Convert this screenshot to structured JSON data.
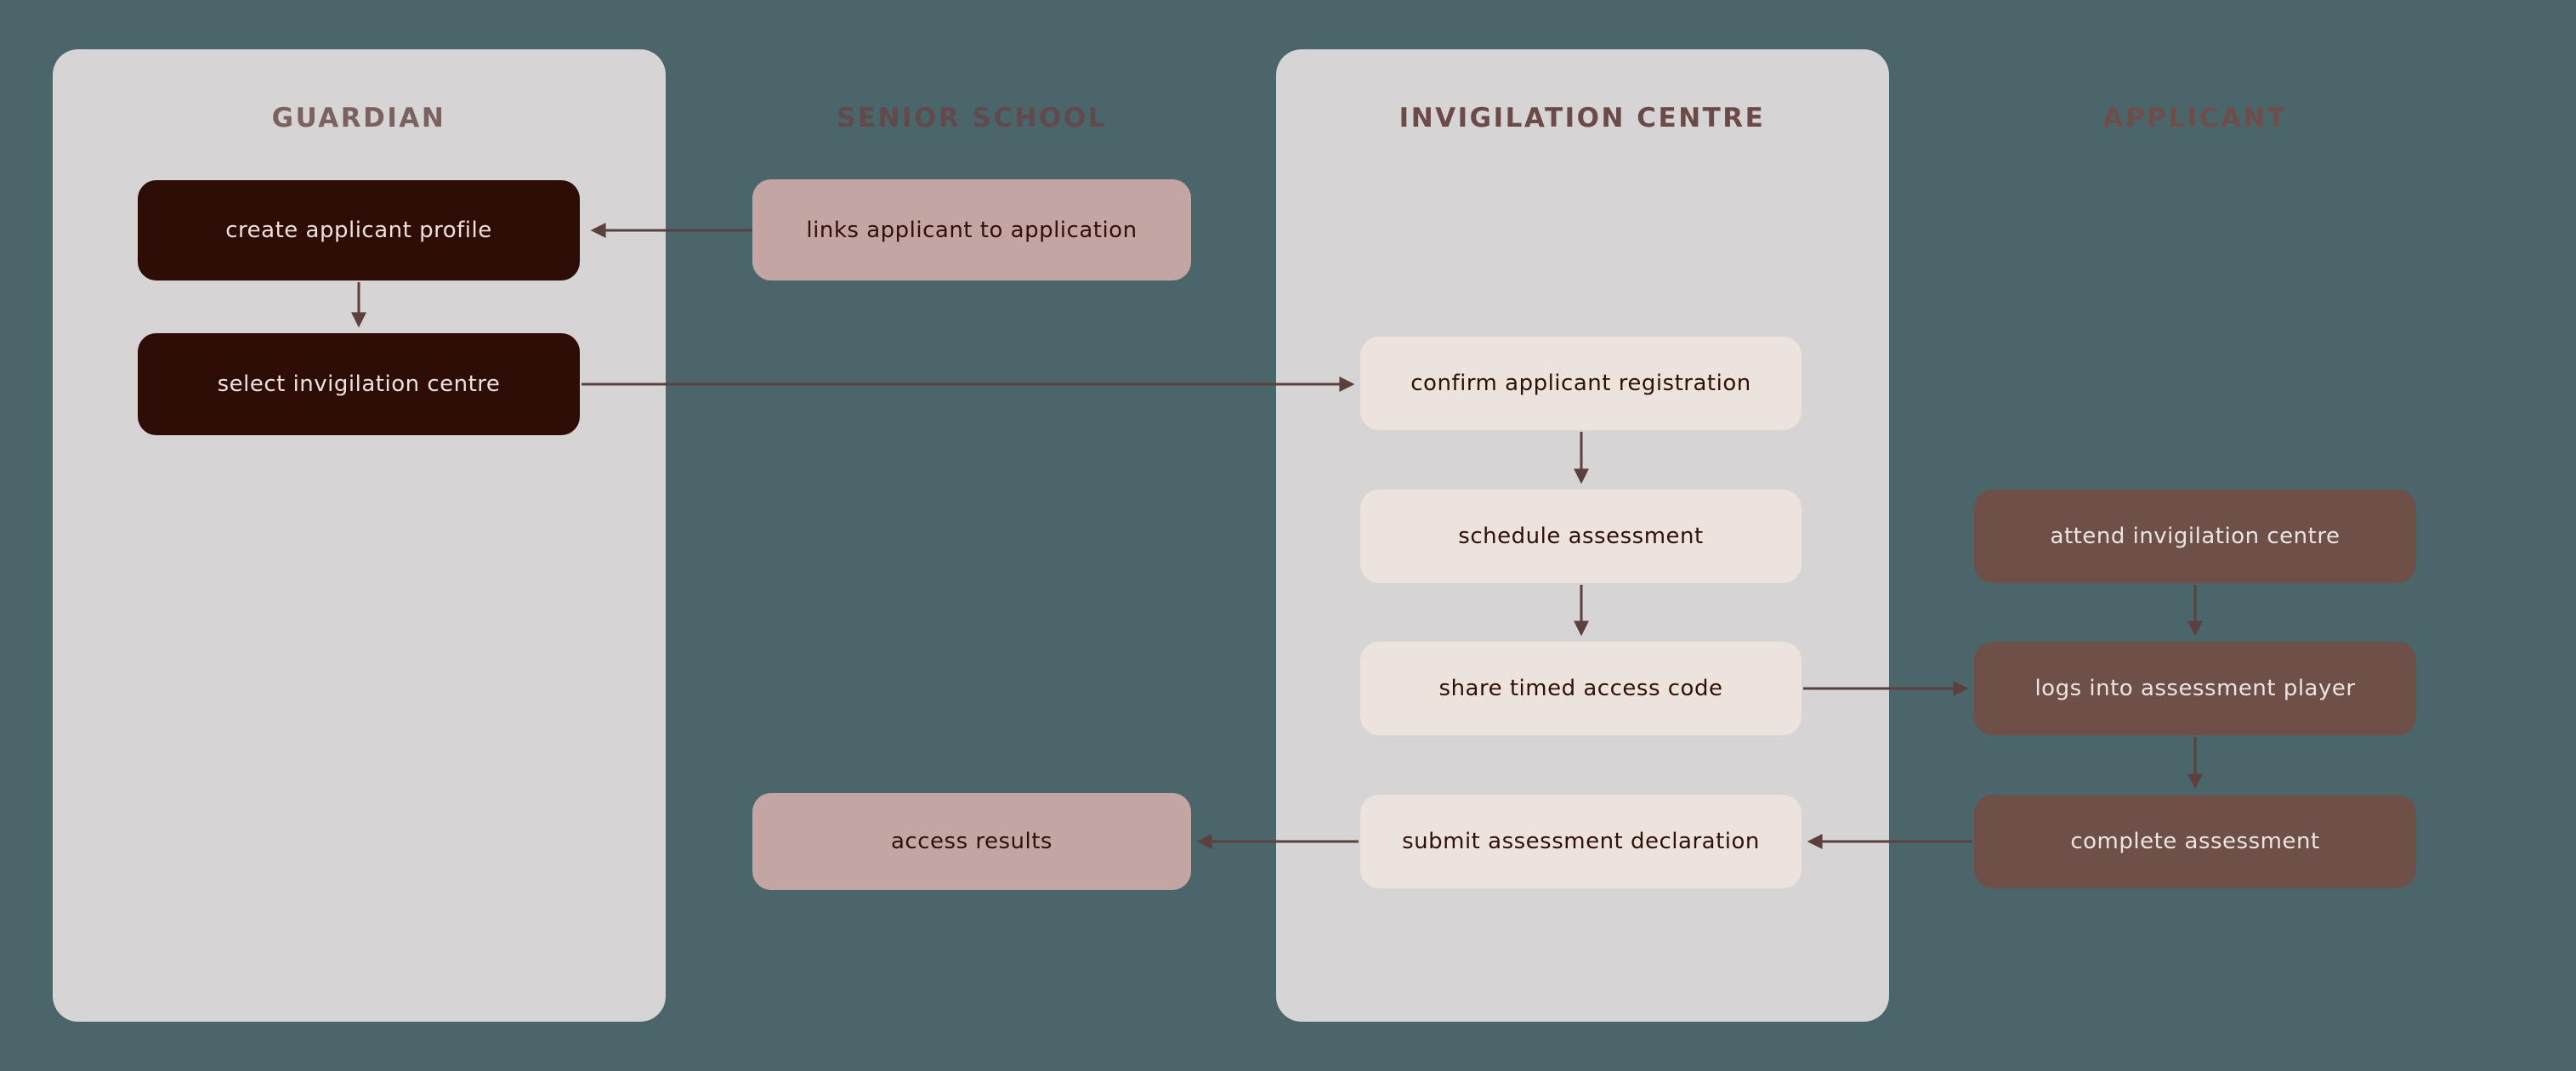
{
  "colors": {
    "background": "#4a666b",
    "lane_panel": "#d6d4d4",
    "arrow": "#5c403e",
    "node_dark": "#2f0d07",
    "node_dark_text": "#eee0dc",
    "node_mauve": "#c3a5a3",
    "node_cream": "#ece3dc",
    "node_light_text": "#2f100b",
    "node_brown": "#6f5049",
    "node_brown_text": "#ece4e1",
    "lane_title_guardian": "#7c625f",
    "lane_title_senior_school": "#62494b",
    "lane_title_invigilation_centre": "#6b4a47",
    "lane_title_applicant": "#6f4e4a"
  },
  "lanes": [
    {
      "id": "guardian",
      "title": "GUARDIAN",
      "panel": true
    },
    {
      "id": "senior-school",
      "title": "SENIOR SCHOOL",
      "panel": false
    },
    {
      "id": "invigilation-centre",
      "title": "INVIGILATION CENTRE",
      "panel": true
    },
    {
      "id": "applicant",
      "title": "APPLICANT",
      "panel": false
    }
  ],
  "nodes": [
    {
      "id": "create-applicant-profile",
      "lane": "guardian",
      "label": "create applicant profile",
      "style": "dark"
    },
    {
      "id": "select-invigilation-centre",
      "lane": "guardian",
      "label": "select invigilation centre",
      "style": "dark"
    },
    {
      "id": "links-applicant-to-application",
      "lane": "senior-school",
      "label": "links applicant to application",
      "style": "mauve"
    },
    {
      "id": "access-results",
      "lane": "senior-school",
      "label": "access results",
      "style": "mauve"
    },
    {
      "id": "confirm-applicant-registration",
      "lane": "invigilation-centre",
      "label": "confirm applicant registration",
      "style": "cream"
    },
    {
      "id": "schedule-assessment",
      "lane": "invigilation-centre",
      "label": "schedule assessment",
      "style": "cream"
    },
    {
      "id": "share-timed-access-code",
      "lane": "invigilation-centre",
      "label": "share timed access code",
      "style": "cream"
    },
    {
      "id": "submit-assessment-declaration",
      "lane": "invigilation-centre",
      "label": "submit assessment declaration",
      "style": "cream"
    },
    {
      "id": "attend-invigilation-centre",
      "lane": "applicant",
      "label": "attend invigilation centre",
      "style": "brown"
    },
    {
      "id": "logs-into-assessment-player",
      "lane": "applicant",
      "label": "logs into assessment player",
      "style": "brown"
    },
    {
      "id": "complete-assessment",
      "lane": "applicant",
      "label": "complete assessment",
      "style": "brown"
    }
  ],
  "edges": [
    {
      "from": "links-applicant-to-application",
      "to": "create-applicant-profile"
    },
    {
      "from": "create-applicant-profile",
      "to": "select-invigilation-centre"
    },
    {
      "from": "select-invigilation-centre",
      "to": "confirm-applicant-registration"
    },
    {
      "from": "confirm-applicant-registration",
      "to": "schedule-assessment"
    },
    {
      "from": "schedule-assessment",
      "to": "share-timed-access-code"
    },
    {
      "from": "share-timed-access-code",
      "to": "logs-into-assessment-player"
    },
    {
      "from": "attend-invigilation-centre",
      "to": "logs-into-assessment-player"
    },
    {
      "from": "logs-into-assessment-player",
      "to": "complete-assessment"
    },
    {
      "from": "complete-assessment",
      "to": "submit-assessment-declaration"
    },
    {
      "from": "submit-assessment-declaration",
      "to": "access-results"
    }
  ]
}
